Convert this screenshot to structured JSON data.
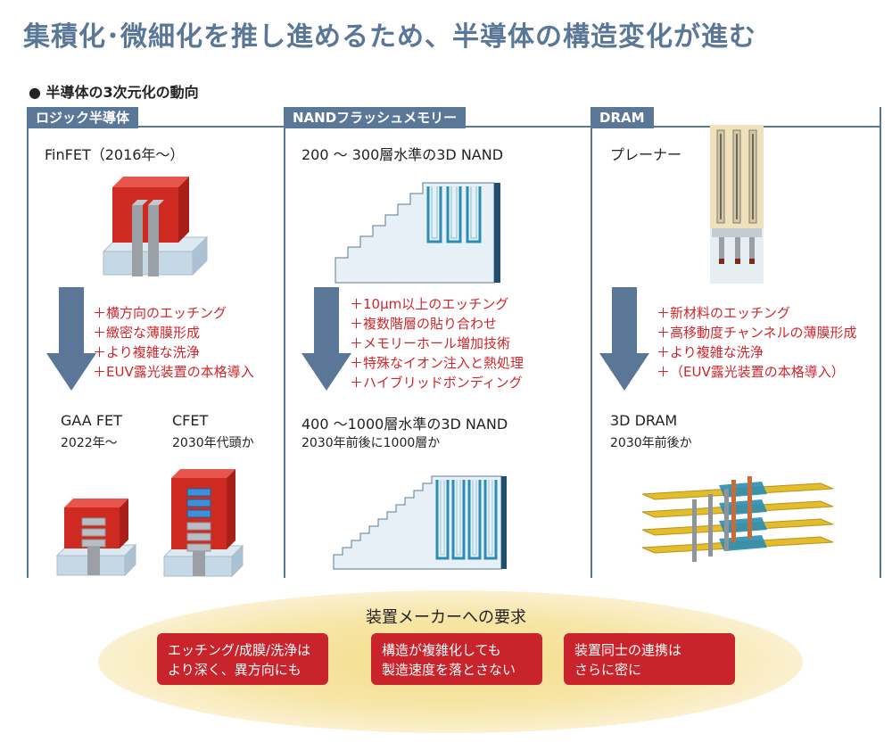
{
  "title": "集積化･微細化を推し進めるため、半導体の構造変化が進む",
  "subtitle": "● 半導体の3次元化の動向",
  "columns": [
    {
      "tag": "ロジック半導体",
      "top_label": "FinFET（2016年～）",
      "requirements": [
        "＋横方向のエッチング",
        "＋緻密な薄膜形成",
        "＋より複雑な洗浄",
        "＋EUV露光装置の本格導入"
      ],
      "bottom_items": [
        {
          "label": "GAA FET",
          "sub": "2022年～"
        },
        {
          "label": "CFET",
          "sub": "2030年代頭か"
        }
      ]
    },
    {
      "tag": "NANDフラッシュメモリー",
      "top_label": "200 ～ 300層水準の3D NAND",
      "requirements": [
        "＋10μm以上のエッチング",
        "＋複数階層の貼り合わせ",
        "＋メモリーホール増加技術",
        "＋特殊なイオン注入と熱処理",
        "＋ハイブリッドボンディング"
      ],
      "bottom_label": "400 ～1000層水準の3D NAND",
      "bottom_sub": "2030年前後に1000層か"
    },
    {
      "tag": "DRAM",
      "top_label": "プレーナー",
      "requirements": [
        "＋新材料のエッチング",
        "＋高移動度チャンネルの薄膜形成",
        "＋より複雑な洗浄",
        "＋（EUV露光装置の本格導入）"
      ],
      "bottom_label": "3D DRAM",
      "bottom_sub": "2030年前後か"
    }
  ],
  "demands": {
    "title": "装置メーカーへの要求",
    "cards": [
      {
        "line1": "エッチング/成膜/洗浄は",
        "line2": "より深く、異方向にも"
      },
      {
        "line1": "構造が複雑化しても",
        "line2": "製造速度を落とさない"
      },
      {
        "line1": "装置同士の連携は",
        "line2": "さらに密に"
      }
    ]
  },
  "colors": {
    "accent": "#5b7798",
    "requirement_text": "#d0262b",
    "card_bg": "#c9232b",
    "gate_red": "#cf2a22",
    "nand_blue": "#2b8db3",
    "dram_yellow": "#e3bd2b"
  }
}
